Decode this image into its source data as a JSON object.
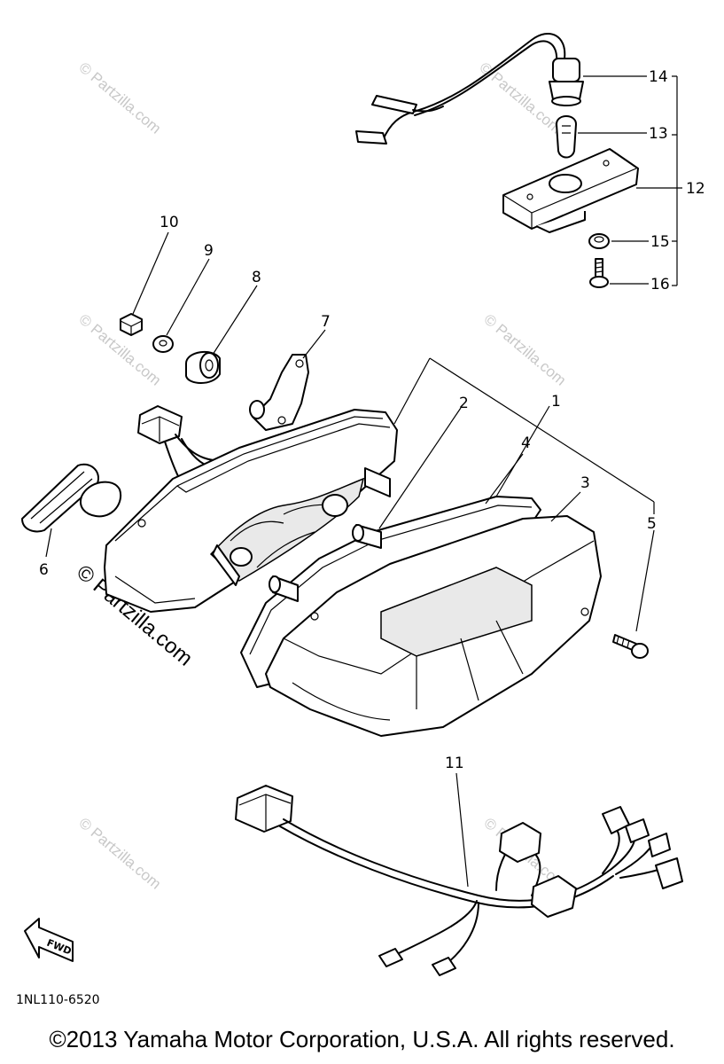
{
  "diagram": {
    "callouts": [
      "1",
      "2",
      "3",
      "4",
      "5",
      "6",
      "7",
      "8",
      "9",
      "10",
      "11",
      "12",
      "13",
      "14",
      "15",
      "16"
    ],
    "drawing_code": "1NL110-6520",
    "fwd_label": "FWD",
    "watermark": "© Partzilla.com",
    "copyright": "©2013  Yamaha Motor Corporation, U.S.A. All rights reserved."
  }
}
